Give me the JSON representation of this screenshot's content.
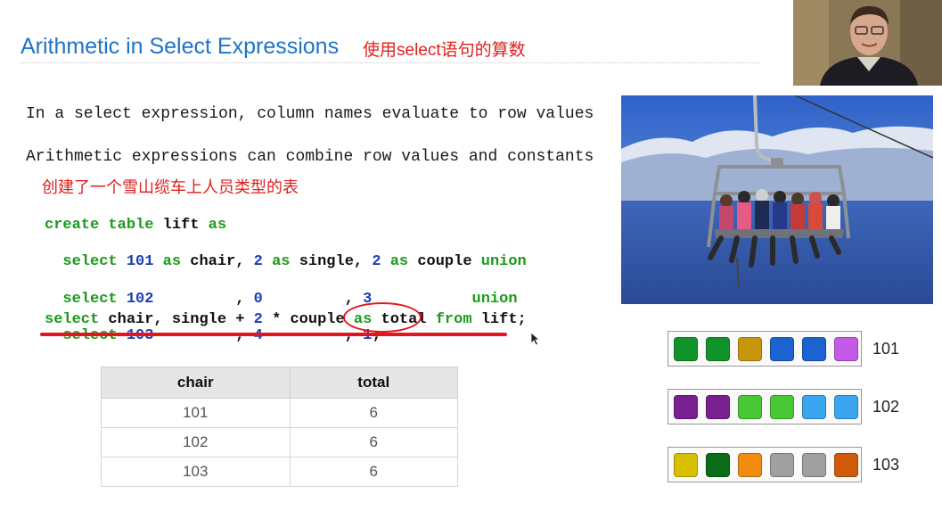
{
  "slide": {
    "title": "Arithmetic in Select Expressions",
    "subtitle_cn": "使用select语句的算数",
    "para1": "In a select expression, column names evaluate to row values",
    "para2": "Arithmetic expressions can combine row values and constants",
    "annotation_cn": "创建了一个雪山缆车上人员类型的表"
  },
  "code": {
    "line1": {
      "kw_create": "create",
      "kw_table": "table",
      "name": "lift",
      "kw_as": "as"
    },
    "line2": {
      "kw_select": "select",
      "n1": "101",
      "as1": "as",
      "t1": "chair,",
      "n2": "2",
      "as2": "as",
      "t2": "single,",
      "n3": "2",
      "as3": "as",
      "t3": "couple",
      "kw_union": "union"
    },
    "line3": {
      "kw_select": "select",
      "n1": "102",
      "c1": ",",
      "n2": "0",
      "c2": ",",
      "n3": "3",
      "kw_union": "union"
    },
    "line4": {
      "kw_select": "select",
      "n1": "103",
      "c1": ",",
      "n2": "4",
      "c2": ",",
      "n3": "1",
      "end": ";"
    },
    "query": {
      "kw_select": "select",
      "t1": "chair, single +",
      "n1": "2",
      "t2": "* couple",
      "kw_as": "as",
      "t3": "total",
      "kw_from": "from",
      "t4": "lift;"
    }
  },
  "result_table": {
    "headers": [
      "chair",
      "total"
    ],
    "rows": [
      [
        "101",
        "6"
      ],
      [
        "102",
        "6"
      ],
      [
        "103",
        "6"
      ]
    ]
  },
  "chairs": [
    {
      "label": "101",
      "colors": [
        "#12922a",
        "#12922a",
        "#c8960a",
        "#1a63d0",
        "#1a63d0",
        "#c55ae6"
      ]
    },
    {
      "label": "102",
      "colors": [
        "#7a1f8f",
        "#7a1f8f",
        "#48c835",
        "#48c835",
        "#3aa6f0",
        "#3aa6f0"
      ]
    },
    {
      "label": "103",
      "colors": [
        "#d8c000",
        "#0b6b16",
        "#f28c10",
        "#a0a0a0",
        "#a0a0a0",
        "#cf5a0a"
      ]
    }
  ],
  "colors": {
    "title": "#1f73c8",
    "annotation": "#e0201c",
    "keyword": "#1c9a1c",
    "number": "#1a3fb5"
  }
}
